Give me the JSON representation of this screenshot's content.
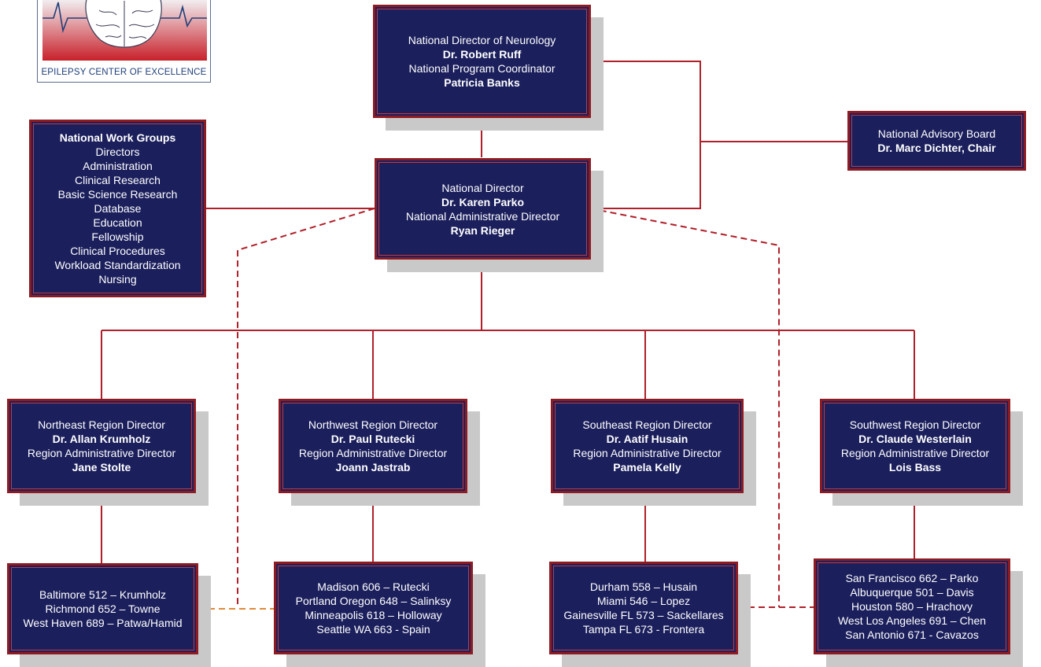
{
  "logo": {
    "caption": "EPILEPSY CENTER OF EXCELLENCE",
    "icon": "brain-ecg-logo-icon"
  },
  "colors": {
    "box_fill": "#1b1f5c",
    "box_border": "#8f1b22",
    "connector": "#b0202a",
    "dashed_connector": "#b0202a",
    "dashed_orange": "#e08a3a",
    "shadow": "#c9c9c9"
  },
  "neurology": {
    "title": "National Director of Neurology",
    "director": "Dr. Robert Ruff",
    "coordinator_title": "National Program Coordinator",
    "coordinator": "Patricia Banks"
  },
  "advisory": {
    "title": "National Advisory Board",
    "chair": "Dr. Marc Dichter, Chair"
  },
  "work_groups": {
    "title": "National Work Groups",
    "items": [
      "Directors",
      "Administration",
      "Clinical Research",
      "Basic Science Research",
      "Database",
      "Education",
      "Fellowship",
      "Clinical Procedures",
      "Workload Standardization",
      "Nursing"
    ]
  },
  "national": {
    "title": "National Director",
    "director": "Dr. Karen Parko",
    "admin_title": "National Administrative Director",
    "admin": "Ryan Rieger"
  },
  "regions": [
    {
      "title": "Northeast Region Director",
      "director": "Dr. Allan Krumholz",
      "admin_title": "Region Administrative Director",
      "admin": "Jane Stolte",
      "sites": [
        "Baltimore 512 – Krumholz",
        "Richmond 652 – Towne",
        "West Haven 689 – Patwa/Hamid"
      ]
    },
    {
      "title": "Northwest Region Director",
      "director": "Dr. Paul Rutecki",
      "admin_title": "Region Administrative Director",
      "admin": "Joann Jastrab",
      "sites": [
        "Madison 606 – Rutecki",
        "Portland Oregon 648 – Salinksy",
        "Minneapolis 618 – Holloway",
        "Seattle WA 663 - Spain"
      ]
    },
    {
      "title": "Southeast Region Director",
      "director": "Dr. Aatif Husain",
      "admin_title": "Region Administrative Director",
      "admin": "Pamela Kelly",
      "sites": [
        "Durham 558 – Husain",
        "Miami 546 – Lopez",
        "Gainesville FL 573 – Sackellares",
        "Tampa FL 673 - Frontera"
      ]
    },
    {
      "title": "Southwest Region Director",
      "director": "Dr. Claude Westerlain",
      "admin_title": "Region Administrative Director",
      "admin": "Lois Bass",
      "sites": [
        "San Francisco 662 – Parko",
        "Albuquerque 501 – Davis",
        "Houston 580 – Hrachovy",
        "West Los Angeles 691 – Chen",
        "San Antonio 671 - Cavazos"
      ]
    }
  ]
}
